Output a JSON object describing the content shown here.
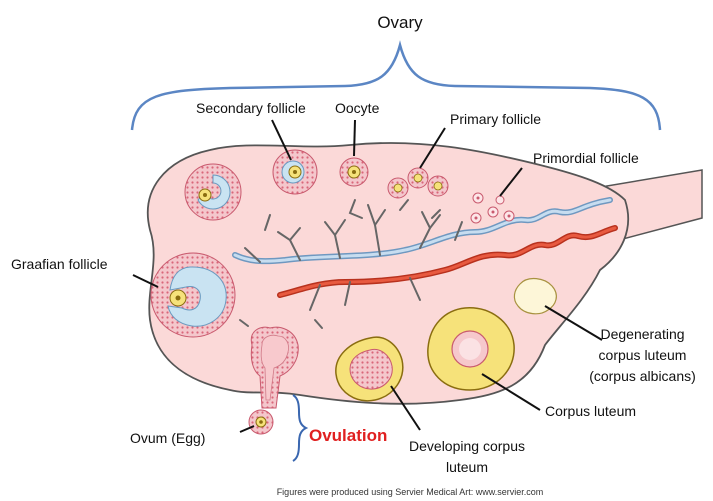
{
  "title": "Ovary",
  "labels": {
    "secondary_follicle": "Secondary follicle",
    "oocyte": "Oocyte",
    "primary_follicle": "Primary follicle",
    "primordial_follicle": "Primordial follicle",
    "graafian_follicle": "Graafian follicle",
    "degenerating_line1": "Degenerating",
    "degenerating_line2": "corpus luteum",
    "degenerating_line3": "(corpus albicans)",
    "corpus_luteum": "Corpus luteum",
    "ovum": "Ovum (Egg)",
    "ovulation": "Ovulation",
    "developing_line1": "Developing corpus",
    "developing_line2": "luteum"
  },
  "credit": "Figures were produced using Servier Medical Art: www.servier.com",
  "colors": {
    "brace": "#5b86c4",
    "ovary_fill": "#fbd9d8",
    "ovary_stroke": "#555555",
    "dots": "#d9667a",
    "antrum": "#c9e3f2",
    "corpus_yellow": "#f6e27a",
    "vein": "#8fb8d8",
    "artery": "#d8442c",
    "ovulation_text": "#e02020"
  }
}
